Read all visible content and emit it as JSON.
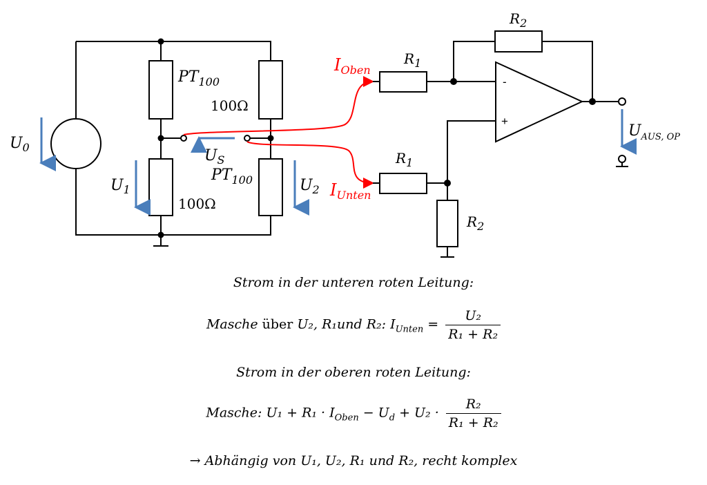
{
  "circuit": {
    "labels": {
      "r2_top": "R2",
      "r1_top": "R1",
      "r1_bot": "R1",
      "r2_bot": "R2",
      "i_oben_base": "I",
      "i_oben_sub": "Oben",
      "i_unten_base": "I",
      "i_unten_sub": "Unten",
      "pt100_top_base": "PT",
      "pt100_top_sub": "100",
      "pt100_bot_base": "PT",
      "pt100_bot_sub": "100",
      "r100_top": "100Ω",
      "r100_bot": "100Ω",
      "u0_base": "U",
      "u0_sub": "0",
      "u1_base": "U",
      "u1_sub": "1",
      "u2_base": "U",
      "u2_sub": "2",
      "us_base": "U",
      "us_sub": "S",
      "uaus_base": "U",
      "uaus_sub": "AUS, OP",
      "opamp_minus": "-",
      "opamp_plus": "+"
    },
    "colors": {
      "wire": "#000000",
      "current": "#ff0000",
      "arrow": "#4a7ebb"
    }
  },
  "equations": {
    "line1": "Strom in der unteren roten Leitung:",
    "line2_lead": "Masche ",
    "line2_ueber": "über",
    "line2_rest": " U₂, R₁und R₂: I",
    "line2_sub": "Unten",
    "line2_eq": " = ",
    "line2_num": "U₂",
    "line2_den": "R₁ + R₂",
    "line3": "Strom in der oberen roten Leitung:",
    "line4_lead": "Masche: U₁ + R₁ · I",
    "line4_sub": "Oben",
    "line4_rest": " − U",
    "line4_sub2": "d",
    "line4_tail": " + U₂ · ",
    "line4_num": "R₂",
    "line4_den": "R₁ + R₂",
    "line5": "→ Abhängig von U₁, U₂, R₁ und R₂, recht komplex"
  }
}
